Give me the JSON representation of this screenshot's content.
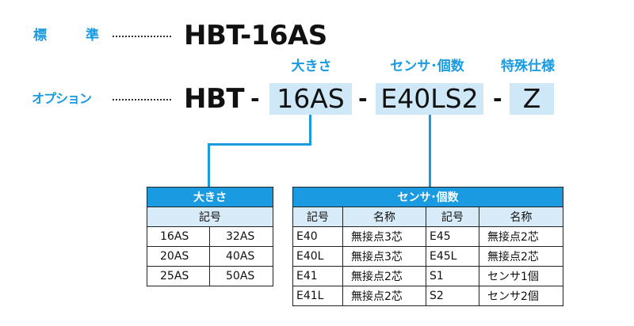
{
  "standard": {
    "label": "標　準",
    "model": "HBT-16AS"
  },
  "option": {
    "label": "オプション",
    "prefix": "HBT",
    "separator": "-",
    "codes": {
      "size": "16AS",
      "sensor": "E40LS2",
      "special": "Z"
    },
    "captions": {
      "size": "大きさ",
      "sensor": "センサ･個数",
      "special": "特殊仕様"
    }
  },
  "size_table": {
    "title": "大きさ",
    "header": "記号",
    "rows": [
      [
        "16AS",
        "32AS"
      ],
      [
        "20AS",
        "40AS"
      ],
      [
        "25AS",
        "50AS"
      ]
    ]
  },
  "sensor_table": {
    "title": "センサ･個数",
    "headers": [
      "記号",
      "名称",
      "記号",
      "名称"
    ],
    "rows": [
      [
        "E40",
        "無接点3芯",
        "E45",
        "無接点2芯"
      ],
      [
        "E40L",
        "無接点3芯",
        "E45L",
        "無接点2芯"
      ],
      [
        "E41",
        "無接点2芯",
        "S1",
        "センサ1個"
      ],
      [
        "E41L",
        "無接点2芯",
        "S2",
        "センサ2個"
      ]
    ]
  },
  "colors": {
    "accent": "#1a9ae0",
    "highlight": "#cfe8f8",
    "table_sub_header": "#d7ebf8"
  }
}
